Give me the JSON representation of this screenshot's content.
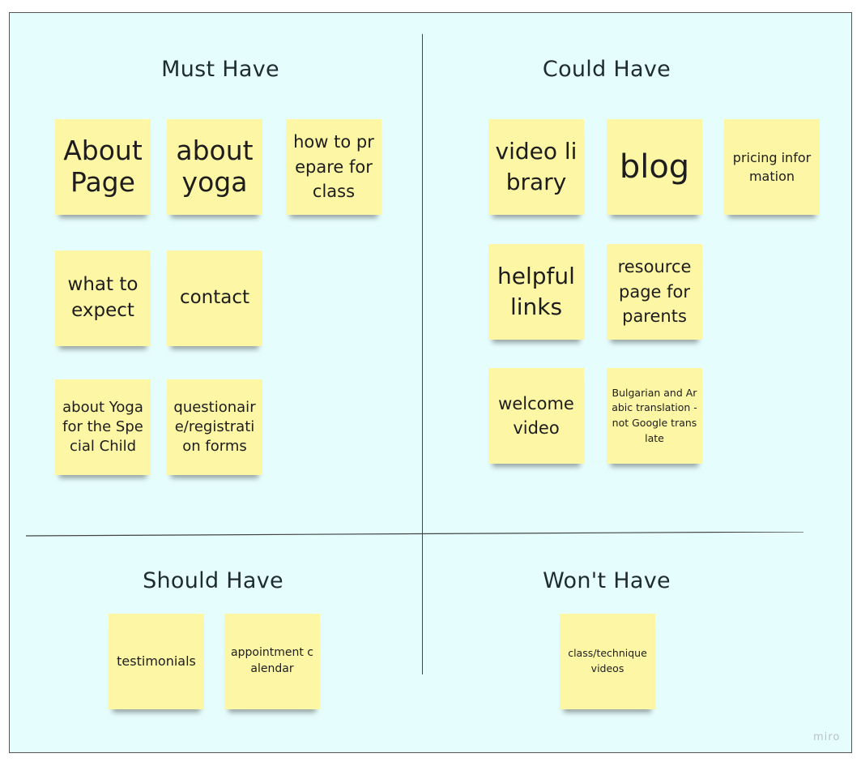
{
  "quadrants": {
    "must": {
      "title": "Must Have",
      "notes": [
        "About Page",
        "about yoga",
        "how to prepare for class",
        "what to expect",
        "contact",
        "about Yoga for the Special Child",
        "questionaire/registration forms"
      ]
    },
    "could": {
      "title": "Could Have",
      "notes": [
        "video library",
        "blog",
        "pricing information",
        "helpful links",
        "resource page for parents",
        "welcome video",
        "Bulgarian and Arabic translation - not Google translate"
      ]
    },
    "should": {
      "title": "Should Have",
      "notes": [
        "testimonials",
        "appointment calendar"
      ]
    },
    "wont": {
      "title": "Won't Have",
      "notes": [
        "class/technique videos"
      ]
    }
  },
  "watermark": "miro",
  "colors": {
    "board": "#e6fdfd",
    "sticky": "#fdf6a5",
    "text": "#1d1d1d"
  }
}
